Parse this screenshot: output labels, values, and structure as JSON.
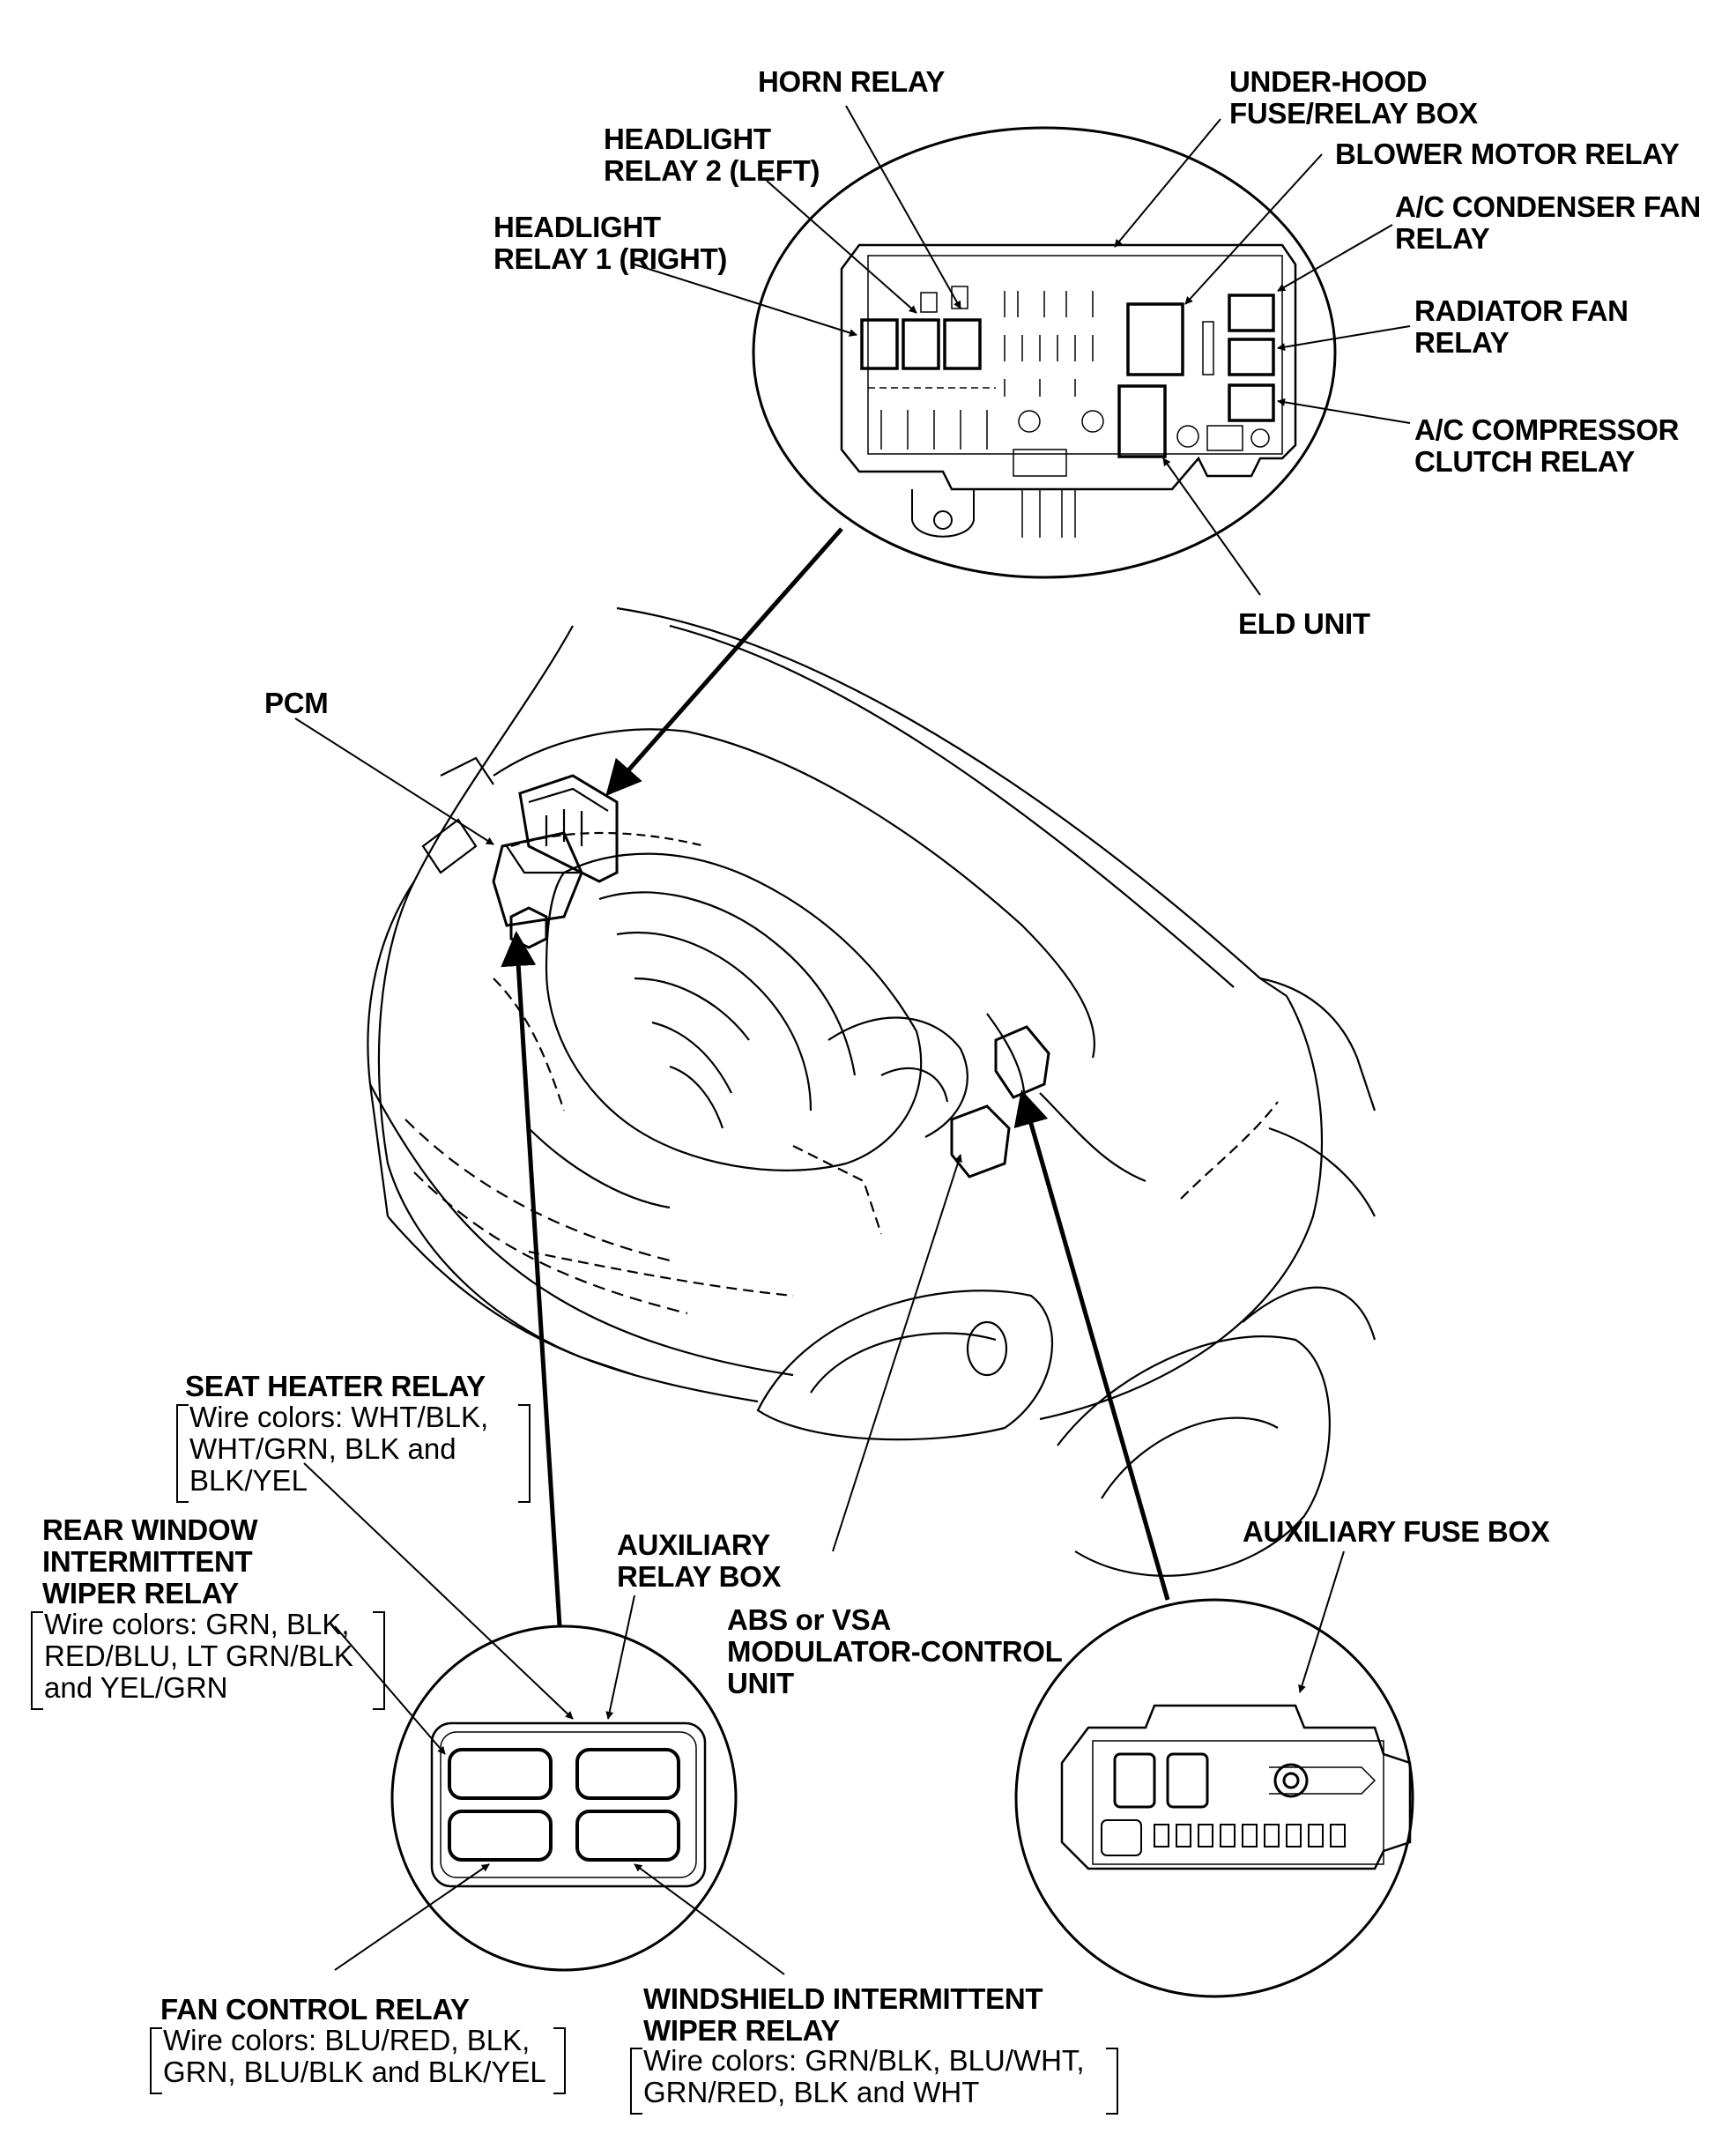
{
  "labels": {
    "horn_relay": "HORN RELAY",
    "under_hood_box": [
      "UNDER-HOOD",
      "FUSE/RELAY BOX"
    ],
    "headlight_relay_2": [
      "HEADLIGHT",
      "RELAY 2 (LEFT)"
    ],
    "blower_motor_relay": "BLOWER MOTOR RELAY",
    "ac_condenser_fan_relay": [
      "A/C CONDENSER FAN",
      "RELAY"
    ],
    "headlight_relay_1": [
      "HEADLIGHT",
      "RELAY 1 (RIGHT)"
    ],
    "radiator_fan_relay": [
      "RADIATOR FAN",
      "RELAY"
    ],
    "ac_compressor_clutch_relay": [
      "A/C COMPRESSOR",
      "CLUTCH RELAY"
    ],
    "eld_unit": "ELD UNIT",
    "pcm": "PCM",
    "seat_heater_relay": {
      "title": "SEAT HEATER RELAY",
      "wires": [
        "Wire colors: WHT/BLK,",
        "WHT/GRN, BLK and",
        "BLK/YEL"
      ]
    },
    "rear_window_wiper_relay": {
      "title": [
        "REAR WINDOW",
        "INTERMITTENT",
        "WIPER RELAY"
      ],
      "wires": [
        "Wire colors: GRN, BLK,",
        "RED/BLU, LT GRN/BLK",
        "and YEL/GRN"
      ]
    },
    "auxiliary_relay_box": [
      "AUXILIARY",
      "RELAY BOX"
    ],
    "auxiliary_fuse_box": "AUXILIARY FUSE BOX",
    "abs_vsa_unit": [
      "ABS or VSA",
      "MODULATOR-CONTROL",
      "UNIT"
    ],
    "fan_control_relay": {
      "title": "FAN CONTROL RELAY",
      "wires": [
        "Wire colors: BLU/RED, BLK,",
        "GRN, BLU/BLK and BLK/YEL"
      ]
    },
    "windshield_wiper_relay": {
      "title": [
        "WINDSHIELD INTERMITTENT",
        "WIPER RELAY"
      ],
      "wires": [
        "Wire colors: GRN/BLK, BLU/WHT,",
        "GRN/RED, BLK and WHT"
      ]
    }
  }
}
